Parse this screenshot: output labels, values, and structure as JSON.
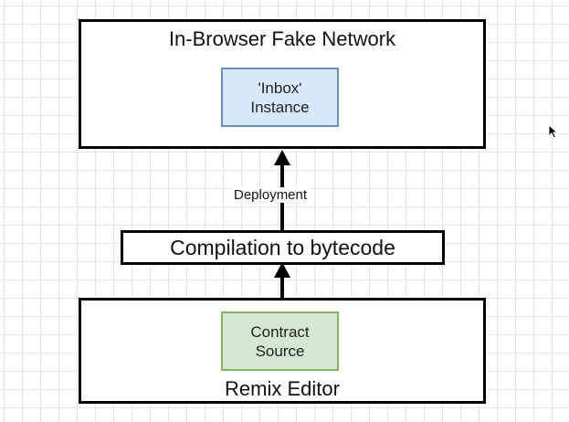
{
  "top_box": {
    "title": "In-Browser Fake Network",
    "inner_line1": "'Inbox'",
    "inner_line2": "Instance",
    "inner_fill": "#dae8fc",
    "inner_border": "#6c8ebf"
  },
  "middle_box": {
    "label": "Compilation to bytecode"
  },
  "bottom_box": {
    "title": "Remix Editor",
    "inner_line1": "Contract",
    "inner_line2": "Source",
    "inner_fill": "#d5e8d4",
    "inner_border": "#82b366"
  },
  "edges": {
    "deployment_label": "Deployment"
  },
  "icons": {
    "cursor": "mouse-pointer-icon"
  }
}
